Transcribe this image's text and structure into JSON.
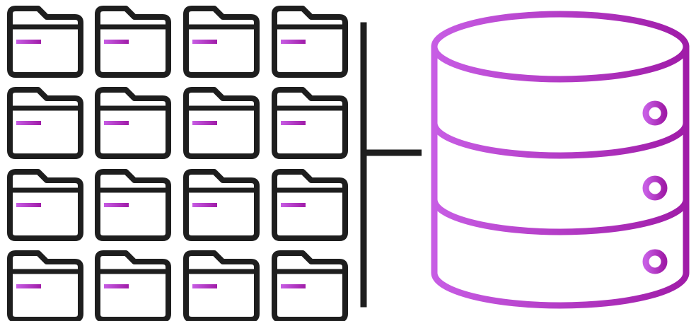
{
  "colors": {
    "outline": "#1e1e1e",
    "accent_start": "#c75de4",
    "accent_end": "#a01ca8",
    "background": "#ffffff"
  },
  "icons": {
    "folder": "folder-icon",
    "database": "database-icon",
    "connector": "connector-line"
  },
  "folder_grid": {
    "rows": 4,
    "columns": 4
  },
  "database": {
    "tiers": 3
  }
}
